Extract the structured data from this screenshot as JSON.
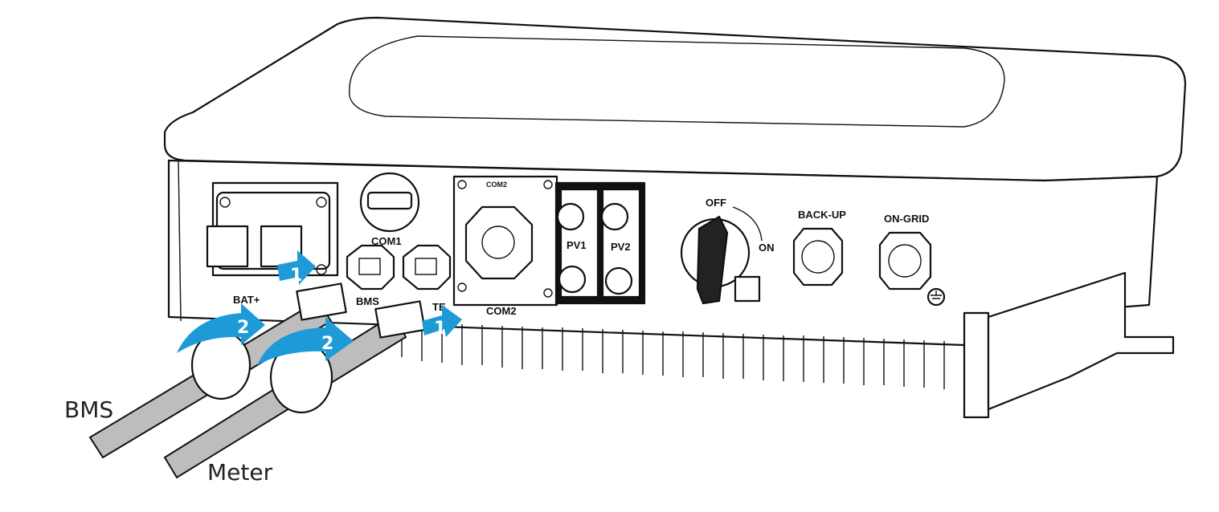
{
  "figure": {
    "port_labels": {
      "com1": "COM1",
      "com2_top": "COM2",
      "com2_bottom": "COM2",
      "pv1": "PV1",
      "pv2": "PV2",
      "switch_off": "OFF",
      "switch_on": "ON",
      "backup": "BACK-UP",
      "on_grid": "ON-GRID",
      "bat": "BAT+",
      "bms_port": "BMS",
      "meter_port_partial": "TE"
    },
    "step_labels": [
      "1",
      "2",
      "2",
      "1"
    ],
    "cable_labels": {
      "bms": "BMS",
      "meter": "Meter"
    },
    "colors": {
      "arrow": "#1e9bd7",
      "cable": "#bdbdbd",
      "line": "#111111"
    }
  }
}
